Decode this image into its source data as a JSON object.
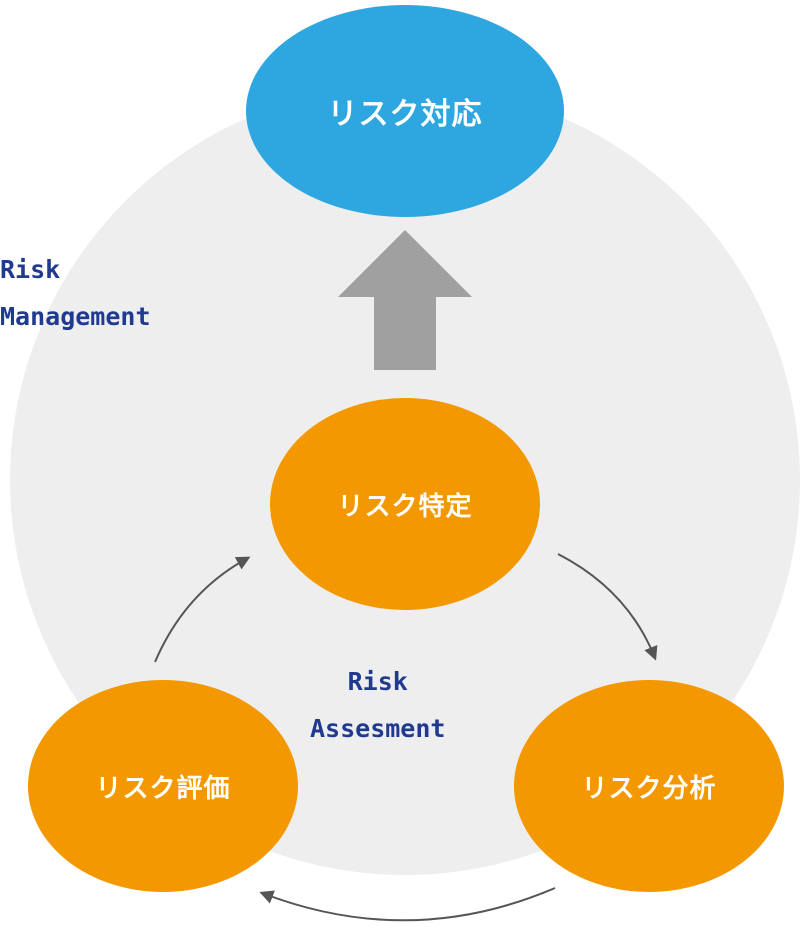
{
  "diagram": {
    "labels": {
      "management_line1": "Risk",
      "management_line2": "Management",
      "assessment_line1": "Risk",
      "assessment_line2": "Assesment"
    },
    "nodes": {
      "response": "リスク対応",
      "identify": "リスク特定",
      "analyze": "リスク分析",
      "evaluate": "リスク評価"
    },
    "colors": {
      "response": "#2ea7e0",
      "assessment_step": "#f39800",
      "background_circle": "#eeeeef",
      "up_arrow": "#a0a0a0",
      "cycle_arrows": "#555555",
      "label_text": "#1f3a8f"
    }
  }
}
